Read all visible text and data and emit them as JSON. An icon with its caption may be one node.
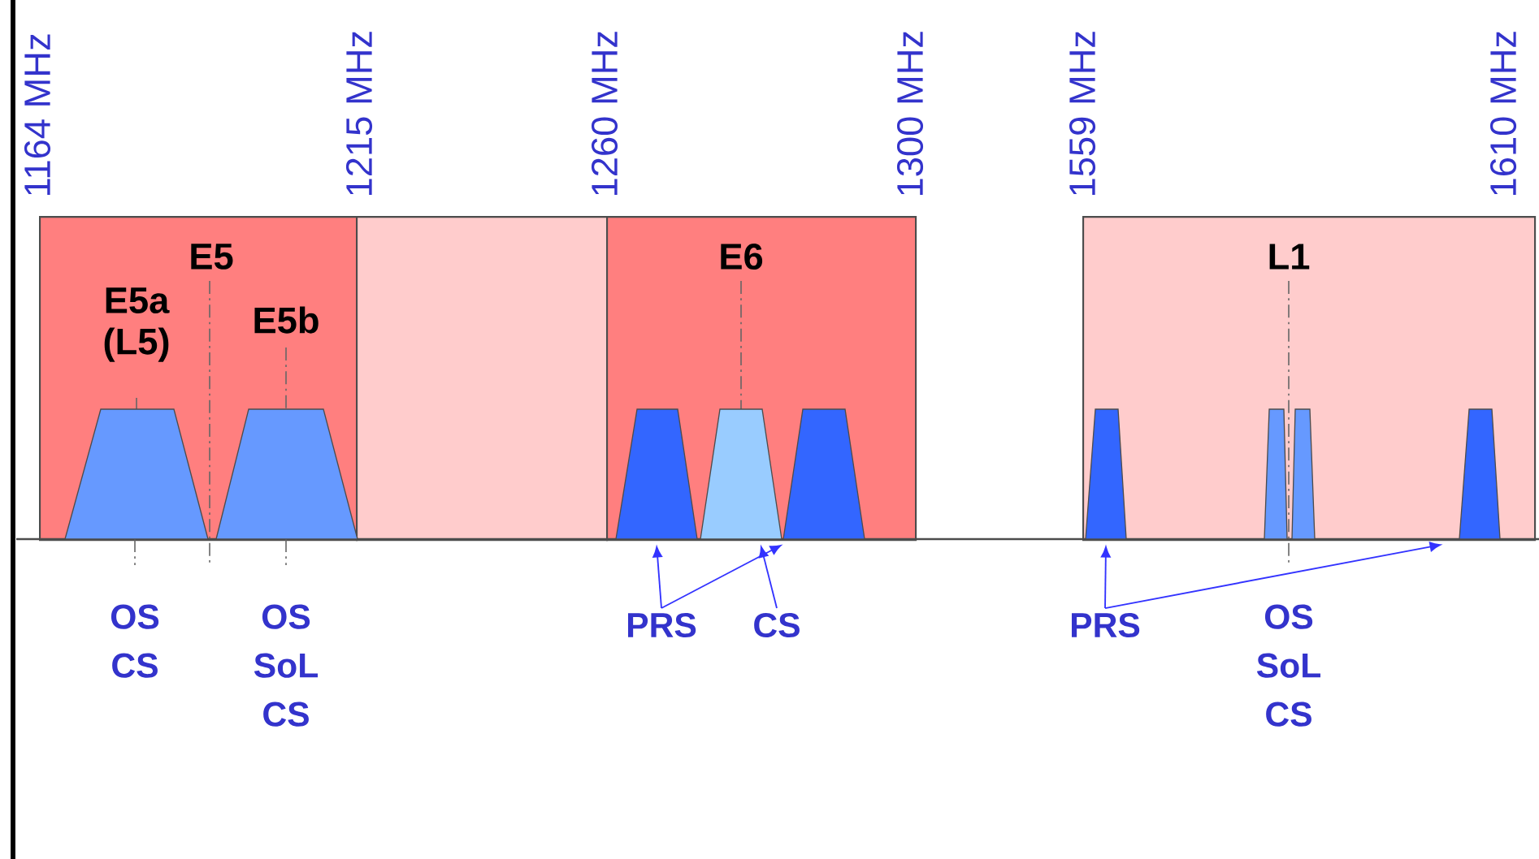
{
  "diagram": {
    "nodes": [
      {
        "text": [
          "E5"
        ]
      },
      {
        "text": [],
        "shape": "box"
      },
      {
        "text": [
          "E6"
        ]
      },
      {
        "text": [
          "L1"
        ]
      },
      {
        "text": [
          "E5a (L5)"
        ],
        "in": 0
      },
      {
        "text": [
          "E5b"
        ],
        "in": 0
      },
      {
        "text": [],
        "shape": "trapezoid",
        "in": 2
      },
      {
        "text": [],
        "shape": "trapezoid",
        "in": 2
      },
      {
        "text": [],
        "shape": "trapezoid",
        "in": 2
      },
      {
        "text": [],
        "shape": "trapezoid",
        "in": 3
      },
      {
        "text": [],
        "shape": "trapezoid",
        "in": 3
      },
      {
        "text": [],
        "shape": "trapezoid",
        "in": 3
      },
      {
        "text": [],
        "shape": "trapezoid",
        "in": 3
      },
      {
        "text": [
          "PRS"
        ]
      },
      {
        "text": [
          "CS"
        ]
      },
      {
        "text": [
          "PRS"
        ]
      }
    ],
    "edges": [
      {
        "from": 13,
        "to": 6,
        "arrow": "to"
      },
      {
        "from": 13,
        "to": 8,
        "arrow": "to"
      },
      {
        "from": 14,
        "to": 7,
        "arrow": "to"
      },
      {
        "from": 15,
        "to": 9,
        "arrow": "to"
      },
      {
        "from": 15,
        "to": 12,
        "arrow": "to"
      }
    ],
    "labels": [
      "1164 MHz",
      "1215 MHz",
      "1260 MHz",
      "1300 MHz",
      "1559 MHz",
      "1610 MHz",
      "OS CS",
      "OS SoL CS",
      "OS SoL CS"
    ]
  }
}
